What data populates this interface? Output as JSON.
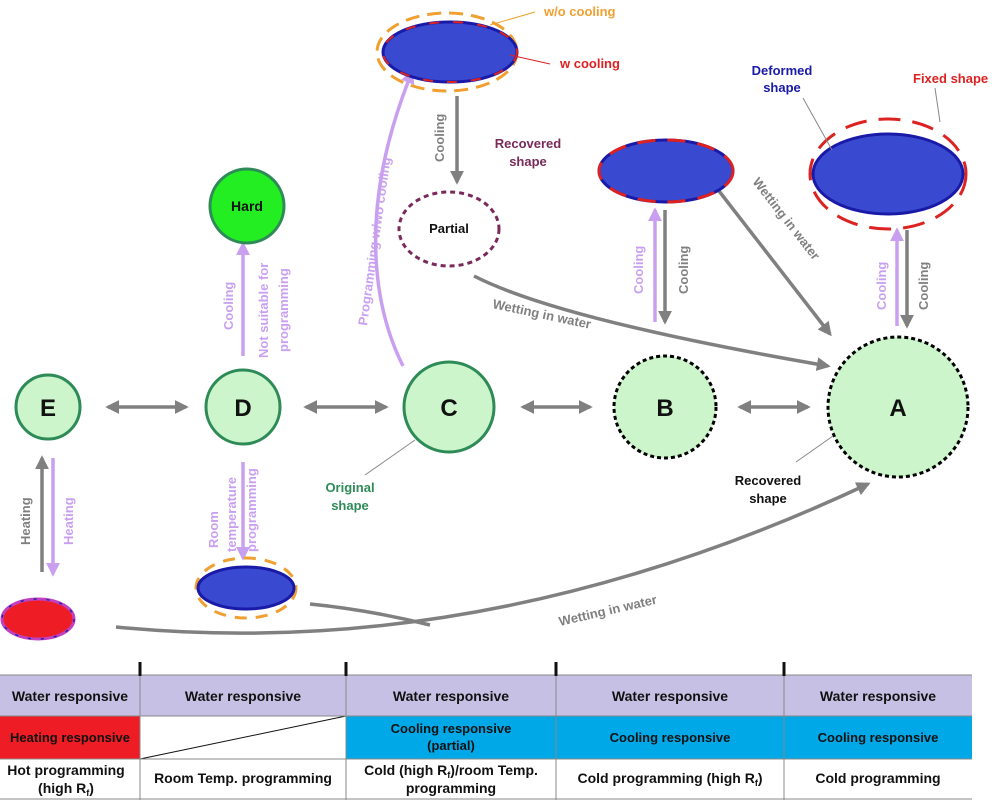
{
  "nodes": {
    "A": "A",
    "B": "B",
    "C": "C",
    "D": "D",
    "E": "E",
    "hard": "Hard",
    "partial": "Partial"
  },
  "labels": {
    "wo_cooling": "w/o cooling",
    "w_cooling": "w cooling",
    "deformed_shape": [
      "Deformed",
      "shape"
    ],
    "fixed_shape": "Fixed shape",
    "recovered_shape_top": [
      "Recovered",
      "shape"
    ],
    "recovered_shape_A": [
      "Recovered",
      "shape"
    ],
    "original_shape": [
      "Original",
      "shape"
    ],
    "cooling": "Cooling",
    "heating": "Heating",
    "wetting_in_water": "Wetting in water",
    "programming_wwo_cooling": "Programming w/wo cooling",
    "not_suitable": [
      "Not suitable for",
      "programming"
    ],
    "room_temp_programming": [
      "Room",
      "temperature",
      "programming"
    ]
  },
  "colors": {
    "gray_arrow": "#808080",
    "purple_arrow": "#c9a0f0",
    "node_fill": "#ccf5cc",
    "node_border": "#2e8b57",
    "hard_fill": "#22ee22",
    "deformed_fill": "#3a4ad0",
    "blue": "#1a1aa8",
    "red": "#dd2222",
    "orange": "#f0a030",
    "maroon": "#7a2a5a",
    "row_purple": "#c6c0e4",
    "row_cyan": "#00a8e8",
    "row_red": "#ee1c24"
  },
  "table": {
    "row1": [
      "Water responsive",
      "Water responsive",
      "Water responsive",
      "Water responsive",
      "Water responsive"
    ],
    "row2": [
      "Heating responsive",
      "",
      "Cooling responsive",
      "Cooling responsive",
      "Cooling responsive"
    ],
    "row2_partial": "(partial)",
    "row3": [
      [
        "Hot programming",
        "(high R",
        ")"
      ],
      [
        "Room Temp. programming"
      ],
      [
        "Cold (high R",
        ")/room Temp.",
        "programming"
      ],
      [
        "Cold programming (high R",
        ")"
      ],
      [
        "Cold programming"
      ]
    ],
    "subscript": "f"
  }
}
